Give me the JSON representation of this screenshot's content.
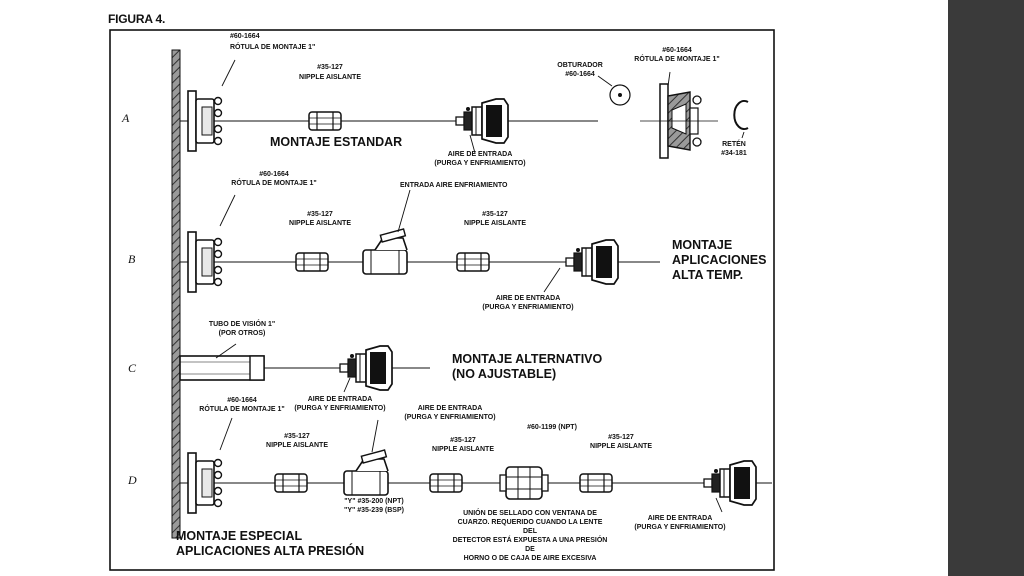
{
  "figure_title": "FIGURA 4.",
  "rows": [
    "A",
    "B",
    "C",
    "D"
  ],
  "row_a": {
    "ball_mount_part": "#60-1664",
    "ball_mount_name": "RÓTULA DE MONTAJE 1\"",
    "nipple_part": "#35-127",
    "nipple_name": "NIPPLE AISLANTE",
    "title": "MONTAJE ESTANDAR",
    "air_inlet": "AIRE DE ENTRADA\n(PURGA Y ENFRIAMIENTO)",
    "shutter": "OBTURADOR\n#60-1664",
    "detail_mount": "#60-1664\nRÓTULA DE MONTAJE 1\"",
    "retainer": "RETÉN\n#34-181"
  },
  "row_b": {
    "ball_mount": "#60-1664\nRÓTULA DE MONTAJE 1\"",
    "cooling_inlet": "ENTRADA AIRE ENFRIAMIENTO",
    "nipple_left": "#35-127\nNIPPLE AISLANTE",
    "nipple_right": "#35-127\nNIPPLE AISLANTE",
    "title": "MONTAJE\nAPLICACIONES\n ALTA TEMP.",
    "air_inlet": "AIRE DE ENTRADA\n(PURGA Y ENFRIAMIENTO)"
  },
  "row_c": {
    "sight_tube": "TUBO DE VISIÓN 1\"\n(POR OTROS)",
    "title": "MONTAJE  ALTERNATIVO\n(NO AJUSTABLE)",
    "air_inlet": "AIRE DE ENTRADA\n(PURGA Y ENFRIAMIENTO)"
  },
  "row_d": {
    "ball_mount": "#60-1664\nRÓTULA DE MONTAJE 1\"",
    "nipple_1": "#35-127\nNIPPLE AISLANTE",
    "air_inlet_top": "AIRE DE ENTRADA\n(PURGA Y ENFRIAMIENTO)",
    "nipple_2": "#35-127\nNIPPLE AISLANTE",
    "npt_union": "#60-1199 (NPT)",
    "nipple_3": "#35-127\nNIPPLE AISLANTE",
    "y_parts": "\"Y\" #35-200 (NPT)\n\"Y\" #35-239 (BSP)",
    "seal_note": "UNIÓN DE SELLADO CON VENTANA DE\nCUARZO. REQUERIDO CUANDO LA LENTE DEL\nDETECTOR ESTÁ EXPUESTA A UNA PRESIÓN DE\nHORNO O DE CAJA DE AIRE EXCESIVA",
    "air_inlet_bottom": "AIRE DE ENTRADA\n(PURGA Y ENFRIAMIENTO)",
    "title": "MONTAJE  ESPECIAL\nAPLICACIONES ALTA PRESIÓN"
  }
}
